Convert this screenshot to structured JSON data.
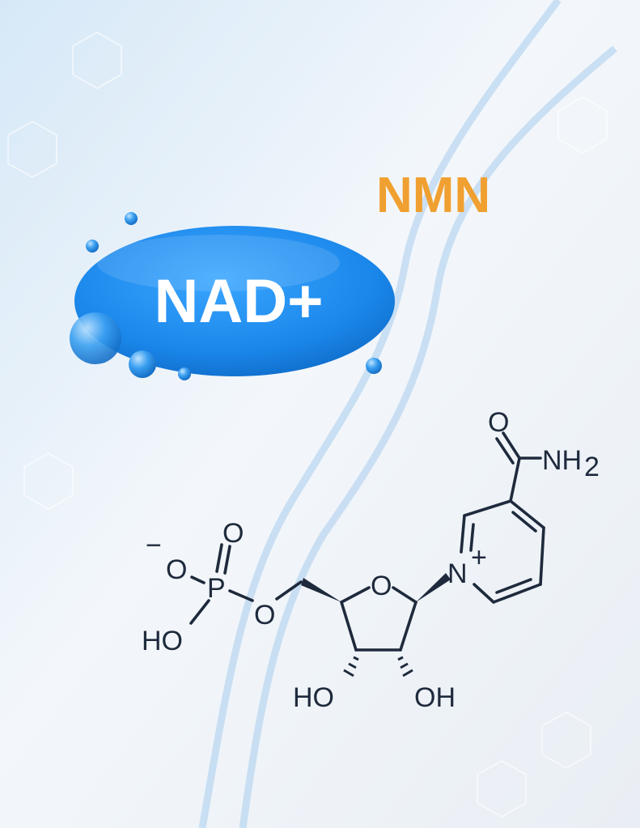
{
  "title": "NAD+",
  "subtitle": "NMN",
  "colors": {
    "nad_blue": "#1f8ef0",
    "nmn_orange": "#f0a030",
    "molecule": "#1e2a3c",
    "background": "#eef4fa"
  },
  "molecule": {
    "carbonyl_o": "O",
    "amide": "NH",
    "amide_sub": "2",
    "pyridinium_n": "N",
    "charge_plus": "+",
    "ring_o": "O",
    "ester_o": "O",
    "phosphorus": "P",
    "phosphoryl_o": "O",
    "anion_o": "O",
    "charge_minus": "−",
    "phosphate_oh": "HO",
    "ribose_ho": "HO",
    "ribose_oh": "OH"
  }
}
